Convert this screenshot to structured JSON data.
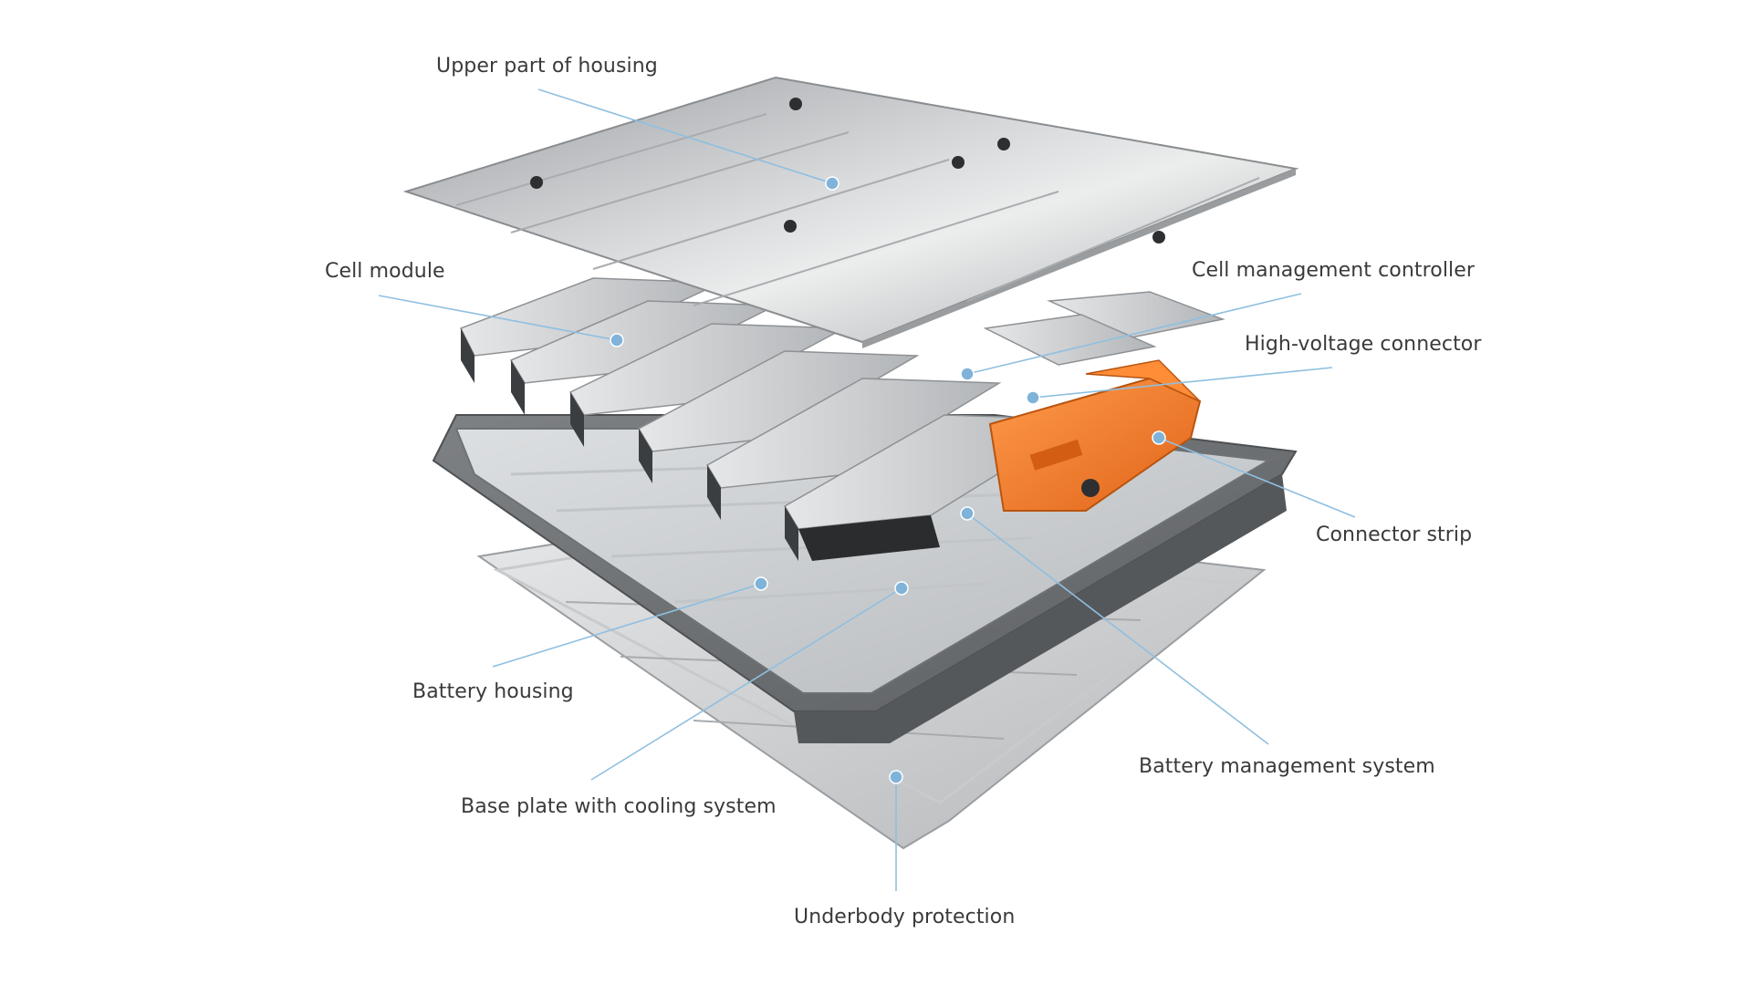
{
  "labels": {
    "upper_housing": "Upper part of housing",
    "cell_module": "Cell module",
    "cell_management_controller": "Cell management controller",
    "high_voltage_connector": "High-voltage connector",
    "connector_strip": "Connector strip",
    "battery_housing": "Battery housing",
    "battery_management_system": "Battery management system",
    "base_plate_cooling": "Base plate with cooling system",
    "underbody_protection": "Underbody protection"
  },
  "colors": {
    "leader_line": "#8fbfe0",
    "leader_dot": "#7fb3da",
    "housing_metal": "#b9bcbf",
    "cell_module_metal": "#cfd1d3",
    "bms_orange": "#f07a28",
    "label_text": "#3a3a3a"
  }
}
